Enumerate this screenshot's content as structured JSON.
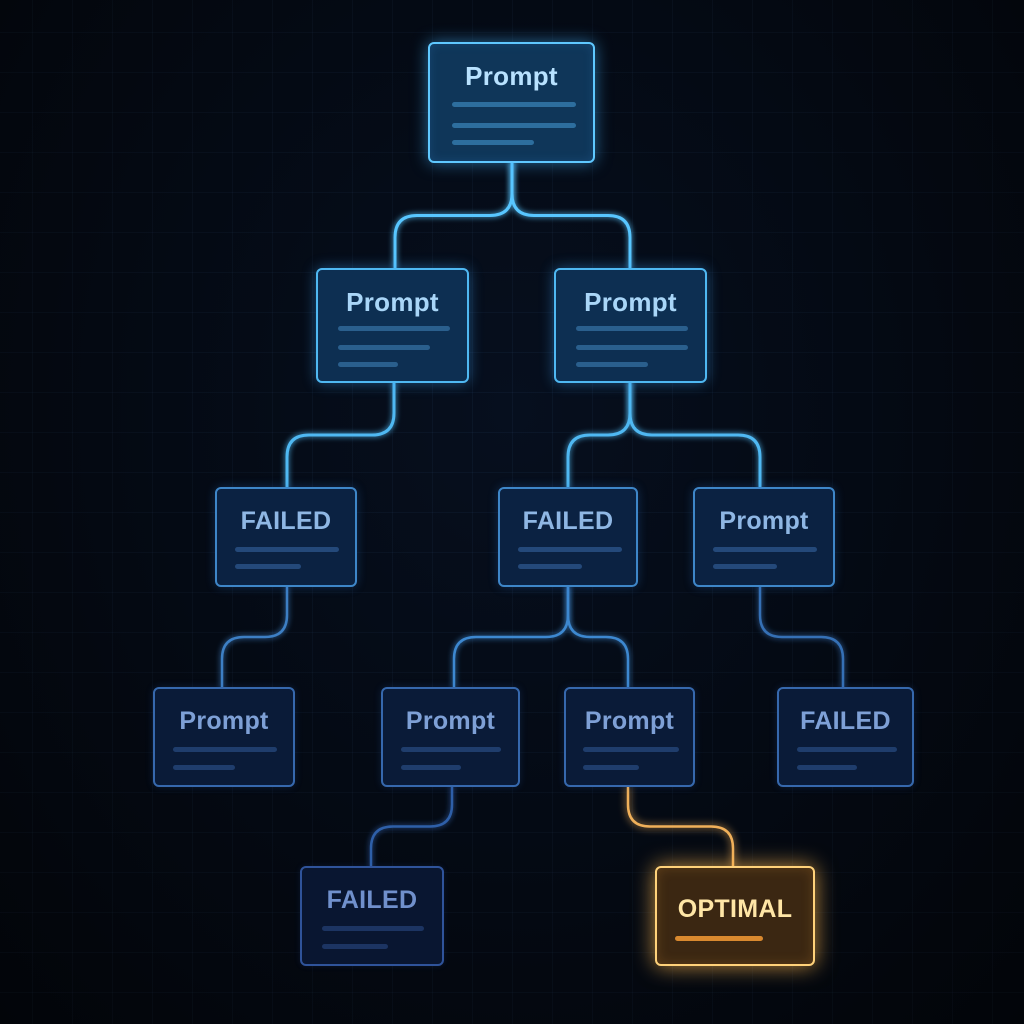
{
  "nodes": [
    {
      "id": "n1",
      "label": "Prompt"
    },
    {
      "id": "n2",
      "label": "Prompt"
    },
    {
      "id": "n3",
      "label": "Prompt"
    },
    {
      "id": "n4",
      "label": "FAILED"
    },
    {
      "id": "n5",
      "label": "FAILED"
    },
    {
      "id": "n6",
      "label": "Prompt"
    },
    {
      "id": "n7",
      "label": "Prompt"
    },
    {
      "id": "n8",
      "label": "Prompt"
    },
    {
      "id": "n9",
      "label": "Prompt"
    },
    {
      "id": "n10",
      "label": "FAILED"
    },
    {
      "id": "n11",
      "label": "FAILED"
    },
    {
      "id": "n12",
      "label": "OPTIMAL"
    }
  ],
  "edges": [
    {
      "from": "n1",
      "to": "n2"
    },
    {
      "from": "n1",
      "to": "n3"
    },
    {
      "from": "n2",
      "to": "n4"
    },
    {
      "from": "n3",
      "to": "n5"
    },
    {
      "from": "n3",
      "to": "n6"
    },
    {
      "from": "n4",
      "to": "n7"
    },
    {
      "from": "n5",
      "to": "n8"
    },
    {
      "from": "n5",
      "to": "n9"
    },
    {
      "from": "n6",
      "to": "n10"
    },
    {
      "from": "n8",
      "to": "n11"
    },
    {
      "from": "n9",
      "to": "n12",
      "highlight": true
    }
  ],
  "colors": {
    "background": "#050a14",
    "node_border": "#5fc8ff",
    "optimal_border": "#ffd27a",
    "optimal_link": "#f0b05a"
  }
}
